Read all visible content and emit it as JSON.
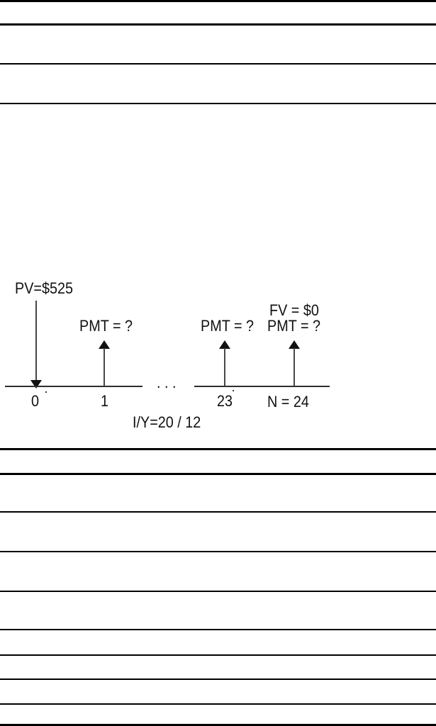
{
  "colors": {
    "ink": "#111111",
    "rule_line": "#000000",
    "background": "#ffffff"
  },
  "diagram": {
    "pv_label": "PV=$525",
    "fv_label": "FV = $0",
    "pmt_label_1": "PMT = ?",
    "pmt_label_2": "PMT = ?",
    "pmt_label_3": "PMT = ?",
    "ellipsis": ". . .",
    "tick_0": "0",
    "tick_1": "1",
    "tick_23": "23",
    "tick_n": "N = 24",
    "rate_label": "I/Y=20 / 12"
  }
}
